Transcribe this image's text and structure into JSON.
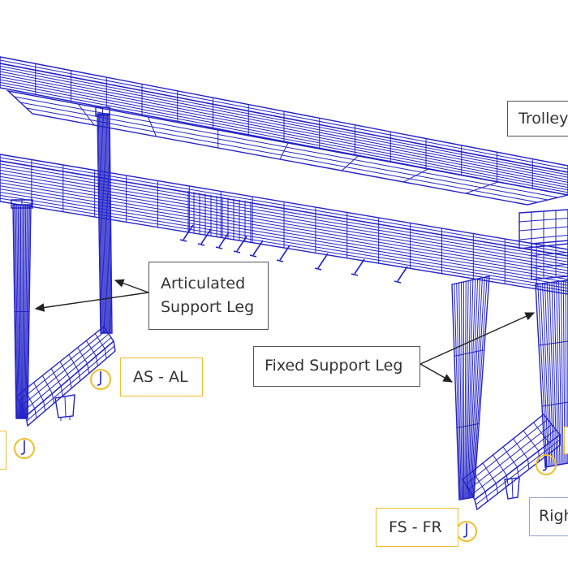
{
  "diagram": {
    "wire_color": "#2323c8",
    "support_marker_color": "#f2bd2e",
    "callout_border_color": "#555555"
  },
  "labels": {
    "trolley": "Trolley",
    "articulated_line1": "Articulated",
    "articulated_line2": "Support Leg",
    "fixed_support_leg": "Fixed Support Leg",
    "as_al": "AS - AL",
    "fs_fr": "FS - FR",
    "right_partial": "Righ"
  }
}
